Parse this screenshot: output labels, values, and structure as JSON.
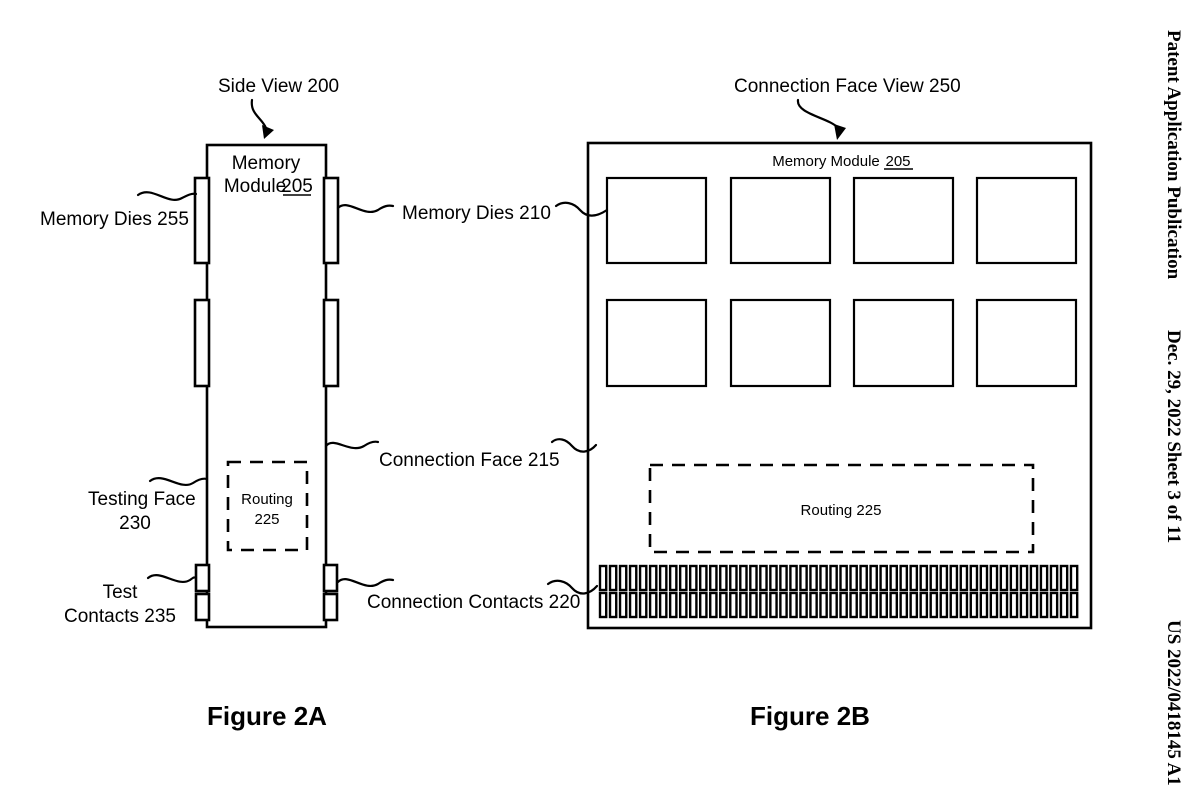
{
  "document": {
    "header_left": "Patent Application Publication",
    "header_middle": "Dec. 29, 2022   Sheet 3 of 11",
    "header_right": "US 2022/0418145 A1"
  },
  "figures": {
    "fig_a": {
      "caption": "Figure 2A",
      "title_label": "Side View 200",
      "module_label_line1": "Memory",
      "module_label_line2": "Module",
      "module_ref": "205",
      "routing_line1": "Routing",
      "routing_line2": "225",
      "labels": {
        "memory_dies": "Memory Dies 255",
        "testing_face_line1": "Testing Face",
        "testing_face_line2": "230",
        "test_contacts_line1": "Test",
        "test_contacts_line2": "Contacts 235"
      }
    },
    "fig_b": {
      "caption": "Figure 2B",
      "title_label": "Connection Face View 250",
      "module_label": "Memory Module",
      "module_ref": "205",
      "routing_label": "Routing 225",
      "labels": {
        "memory_dies": "Memory Dies 210"
      },
      "die_count": 8,
      "die_rows": 2,
      "die_cols": 4,
      "connection_contact_rows": 2,
      "connection_contacts_per_row": 48
    },
    "shared_labels": {
      "connection_face": "Connection Face 215",
      "connection_contacts": "Connection Contacts 220"
    }
  },
  "colors": {
    "ink": "#000000",
    "paper": "#ffffff"
  }
}
